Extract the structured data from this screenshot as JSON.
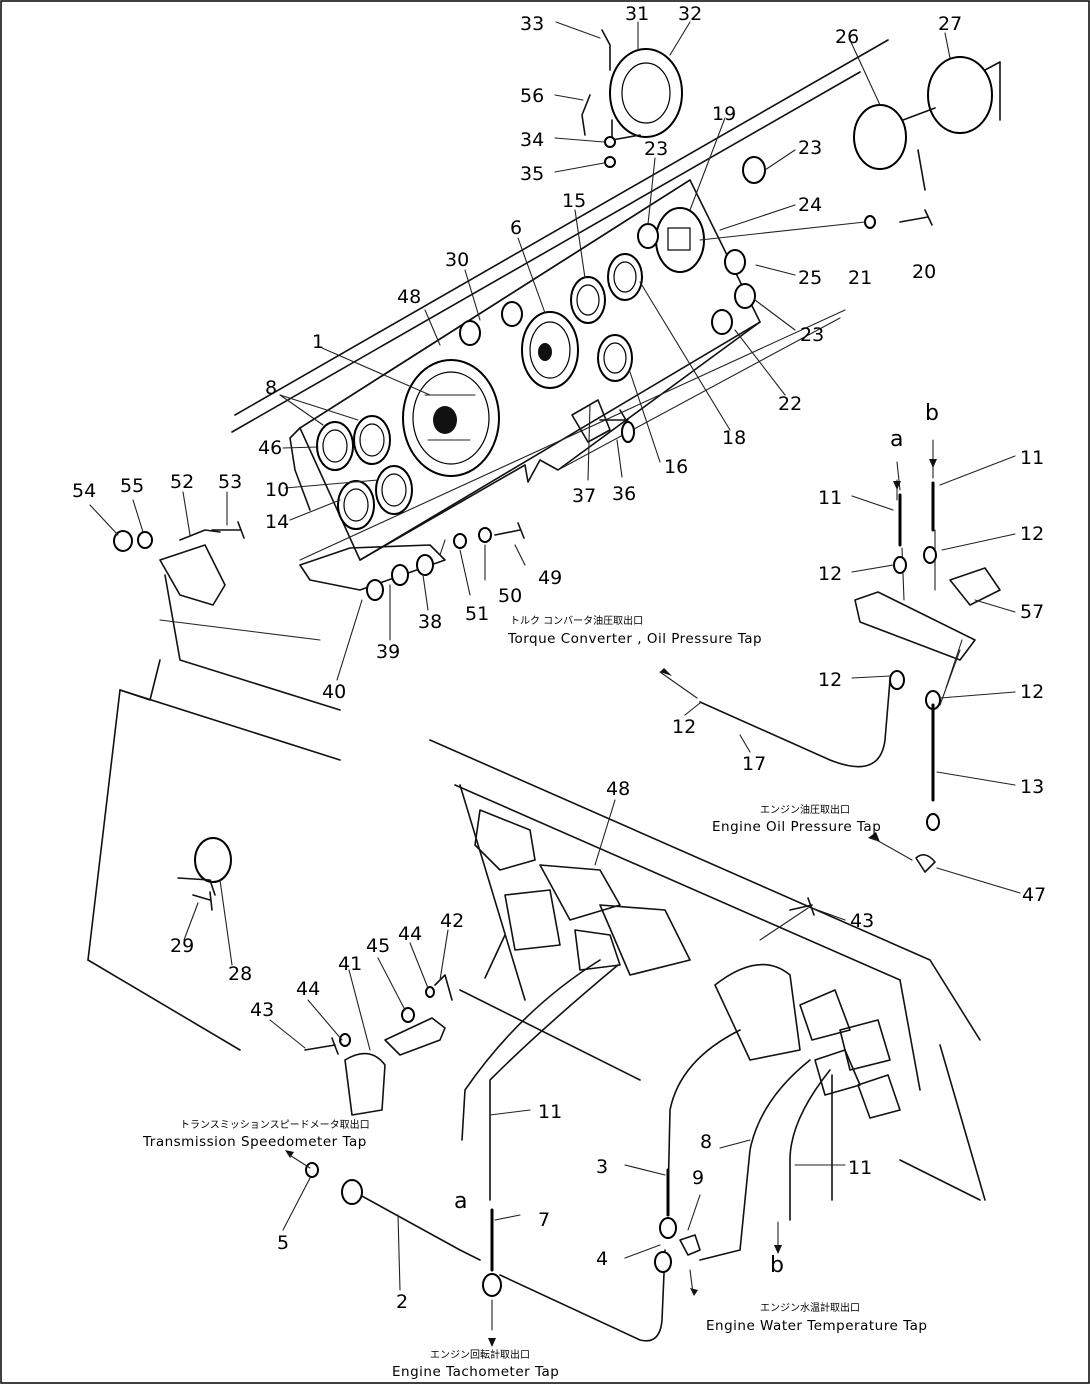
{
  "part_numbers": [
    "1",
    "2",
    "3",
    "4",
    "5",
    "6",
    "7",
    "8",
    "9",
    "10",
    "11",
    "12",
    "13",
    "14",
    "15",
    "16",
    "17",
    "18",
    "19",
    "20",
    "21",
    "22",
    "23",
    "24",
    "25",
    "26",
    "27",
    "28",
    "29",
    "30",
    "31",
    "32",
    "33",
    "34",
    "35",
    "36",
    "37",
    "38",
    "39",
    "40",
    "41",
    "42",
    "43",
    "44",
    "45",
    "46",
    "47",
    "48",
    "49",
    "50",
    "51",
    "52",
    "53",
    "54",
    "55",
    "56",
    "57"
  ],
  "connection_letters": {
    "a": "a",
    "b": "b"
  },
  "taps": {
    "torque_converter": {
      "ja": "トルク コンバータ油圧取出口",
      "en": "Torque Converter , Oil Pressure Tap"
    },
    "engine_oil": {
      "ja": "エンジン油圧取出口",
      "en": "Engine Oil Pressure Tap"
    },
    "transmission_speedometer": {
      "ja": "トランスミッションスピードメータ取出口",
      "en": "Transmission Speedometer Tap"
    },
    "engine_water_temperature": {
      "ja": "エンジン水温計取出口",
      "en": "Engine Water Temperature Tap"
    },
    "engine_tachometer": {
      "ja": "エンジン回転計取出口",
      "en": "Engine Tachometer Tap"
    }
  }
}
